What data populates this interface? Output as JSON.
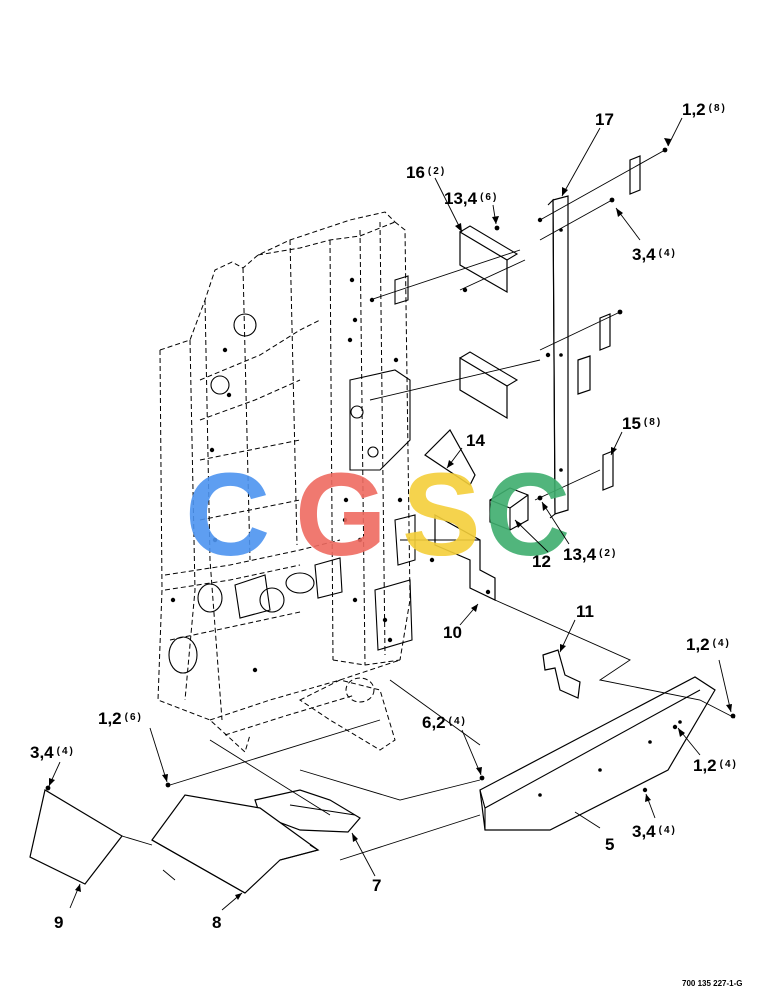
{
  "callouts": [
    {
      "id": "c1",
      "num": "1,2",
      "qty": "(8)"
    },
    {
      "id": "c2",
      "num": "17",
      "qty": ""
    },
    {
      "id": "c3",
      "num": "16",
      "qty": "(2)"
    },
    {
      "id": "c4",
      "num": "13,4",
      "qty": "(6)"
    },
    {
      "id": "c5",
      "num": "3,4",
      "qty": "(4)"
    },
    {
      "id": "c6",
      "num": "14",
      "qty": ""
    },
    {
      "id": "c7",
      "num": "15",
      "qty": "(8)"
    },
    {
      "id": "c8",
      "num": "12",
      "qty": ""
    },
    {
      "id": "c9",
      "num": "13,4",
      "qty": "(2)"
    },
    {
      "id": "c10",
      "num": "10",
      "qty": ""
    },
    {
      "id": "c11",
      "num": "11",
      "qty": ""
    },
    {
      "id": "c12",
      "num": "1,2",
      "qty": "(4)"
    },
    {
      "id": "c13",
      "num": "1,2",
      "qty": "(4)"
    },
    {
      "id": "c14",
      "num": "1,2",
      "qty": "(6)"
    },
    {
      "id": "c15",
      "num": "6,2",
      "qty": "(4)"
    },
    {
      "id": "c16",
      "num": "3,4",
      "qty": "(4)"
    },
    {
      "id": "c17",
      "num": "3,4",
      "qty": "(4)"
    },
    {
      "id": "c18",
      "num": "5",
      "qty": ""
    },
    {
      "id": "c19",
      "num": "7",
      "qty": ""
    },
    {
      "id": "c20",
      "num": "9",
      "qty": ""
    },
    {
      "id": "c21",
      "num": "8",
      "qty": ""
    }
  ],
  "watermark": {
    "letters": [
      "C",
      "G",
      "S",
      "C"
    ],
    "colors": [
      "#4d94f0",
      "#ef6b61",
      "#f4cf3a",
      "#3fae6e"
    ]
  },
  "document_number": "700 135 227-1-G"
}
